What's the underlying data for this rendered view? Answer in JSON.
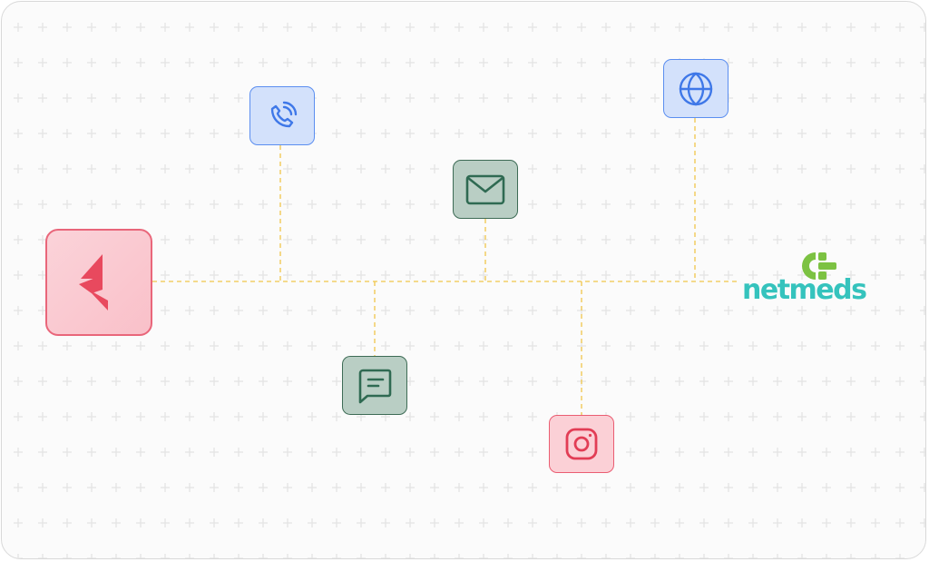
{
  "diagram": {
    "source": {
      "icon": "red-arrow-logo-icon",
      "color": "#e8495e"
    },
    "destination": {
      "brand": "netmeds",
      "icon": "netmeds-cross-logo-icon",
      "text_color": "#35c3bd",
      "logo_color": "#7cc242"
    },
    "channels": [
      {
        "id": "phone",
        "icon": "phone-call-icon",
        "color": "#3f78e8"
      },
      {
        "id": "email",
        "icon": "mail-icon",
        "color": "#2f6a52"
      },
      {
        "id": "web",
        "icon": "globe-icon",
        "color": "#3f78e8"
      },
      {
        "id": "sms",
        "icon": "message-icon",
        "color": "#2f6a52"
      },
      {
        "id": "instagram",
        "icon": "instagram-icon",
        "color": "#e23d55"
      }
    ],
    "connector_color": "#f0c64a"
  }
}
